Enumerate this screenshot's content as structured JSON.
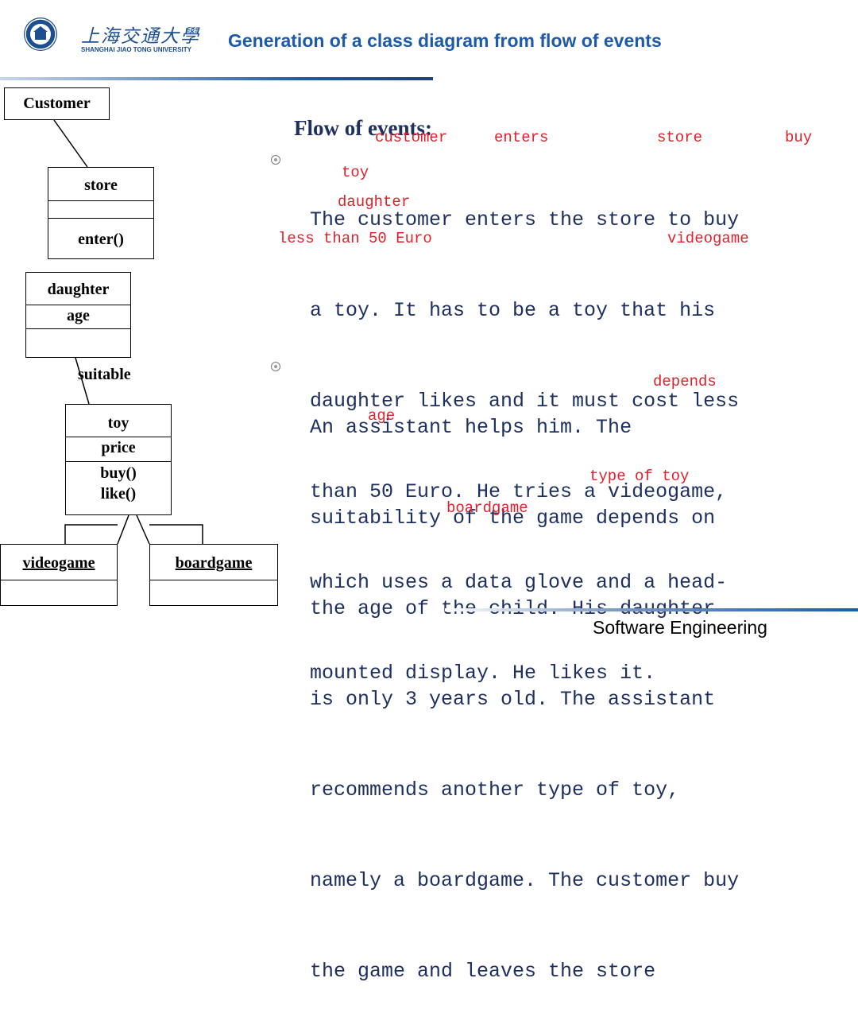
{
  "header": {
    "university_cn": "上海交通大學",
    "university_en": "SHANGHAI JIAO TONG UNIVERSITY",
    "title": "Generation of a class diagram from flow of events"
  },
  "diagram": {
    "customer": "Customer",
    "store": {
      "name": "store",
      "op": "enter()"
    },
    "daughter": {
      "name": "daughter",
      "attr": "age"
    },
    "association": "suitable",
    "toy": {
      "name": "toy",
      "attr": "price",
      "ops": [
        "buy()",
        "like()"
      ]
    },
    "videogame": "videogame",
    "boardgame": "boardgame"
  },
  "flow": {
    "heading": "Flow of events:",
    "paragraph1": [
      "The customer enters the store to buy",
      "a toy. It has to be a toy that his",
      "daughter likes and it must cost less",
      "than 50 Euro. He tries a videogame,",
      "which uses a data glove and a head-",
      "mounted display. He likes it."
    ],
    "paragraph2": [
      "An assistant helps him. The",
      "suitability of the game depends on",
      "the age of the child. His daughter",
      "is only 3 years old. The assistant",
      "recommends another type of toy,",
      "namely a boardgame. The customer buy",
      "the game and leaves the store"
    ],
    "annotations": {
      "customer": "customer",
      "enters": "enters",
      "store": "store",
      "buy": "buy",
      "toy": "toy",
      "daughter": "daughter",
      "less_than": "less than 50 Euro",
      "videogame": "videogame",
      "depends": "depends",
      "age": "age",
      "type_of_toy": "type of toy",
      "boardgame": "boardgame"
    }
  },
  "footer": "Software Engineering"
}
